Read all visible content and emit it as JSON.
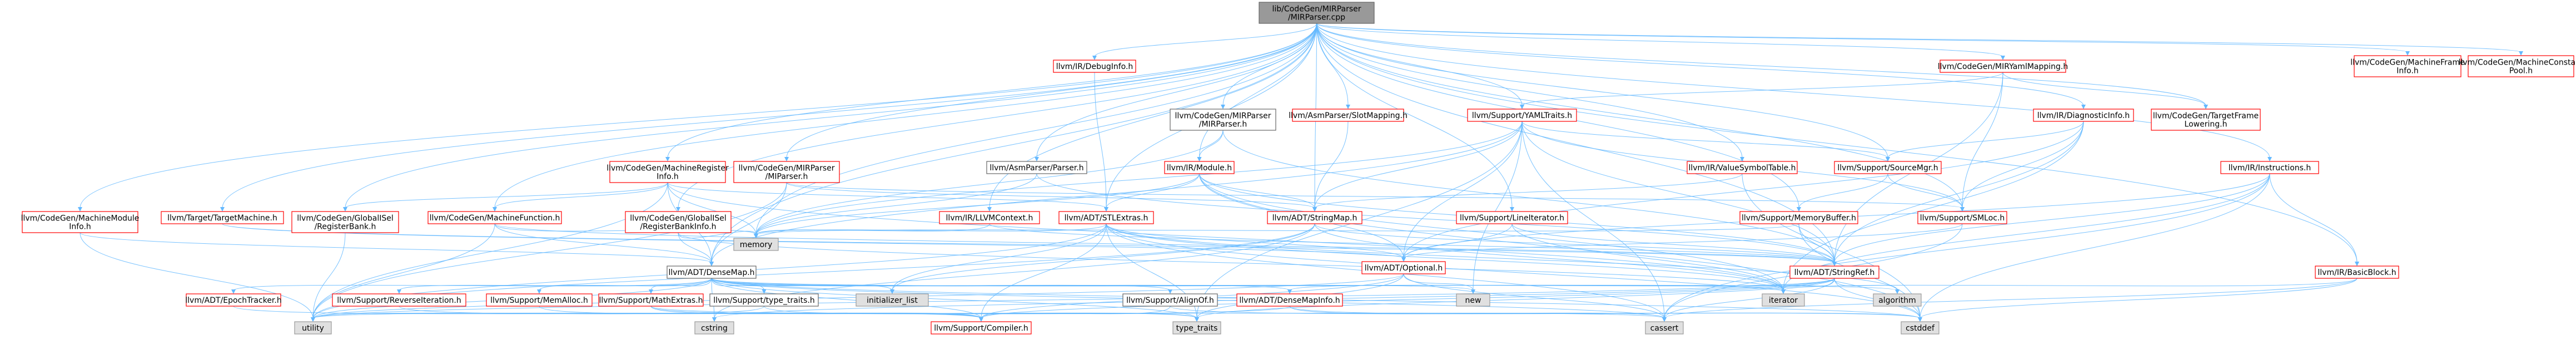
{
  "colors": {
    "edge": "#63B8FF",
    "main_fill": "#999999",
    "main_stroke": "#666666",
    "red_stroke": "#FF0000",
    "red_text": "#000000",
    "gray_fill": "#E0E0E0",
    "gray_stroke": "#999999",
    "white_fill": "#FFFFFF",
    "black_stroke": "#666666"
  },
  "nodes": [
    {
      "id": "main",
      "kind": "main",
      "lines": [
        "lib/CodeGen/MIRParser",
        "/MIRParser.cpp"
      ]
    },
    {
      "id": "debuginfo",
      "kind": "red",
      "lines": [
        "llvm/IR/DebugInfo.h"
      ]
    },
    {
      "id": "mirparser_h",
      "kind": "white",
      "lines": [
        "llvm/CodeGen/MIRParser",
        "/MIRParser.h"
      ]
    },
    {
      "id": "asmslot",
      "kind": "red",
      "lines": [
        "llvm/AsmParser/SlotMapping.h"
      ]
    },
    {
      "id": "mirymlmap",
      "kind": "red",
      "lines": [
        "llvm/CodeGen/MIRYamlMapping.h"
      ]
    },
    {
      "id": "mfi",
      "kind": "red",
      "lines": [
        "llvm/CodeGen/MachineFrame",
        "Info.h"
      ]
    },
    {
      "id": "mcp",
      "kind": "red",
      "lines": [
        "llvm/CodeGen/MachineConstant",
        "Pool.h"
      ]
    },
    {
      "id": "yamltraits",
      "kind": "red",
      "lines": [
        "llvm/Support/YAMLTraits.h"
      ]
    },
    {
      "id": "diaginfo",
      "kind": "red",
      "lines": [
        "llvm/IR/DiagnosticInfo.h"
      ]
    },
    {
      "id": "tfl",
      "kind": "red",
      "lines": [
        "llvm/CodeGen/TargetFrame",
        "Lowering.h"
      ]
    },
    {
      "id": "mri",
      "kind": "red",
      "lines": [
        "llvm/CodeGen/MachineRegister",
        "Info.h"
      ]
    },
    {
      "id": "mirparser_int",
      "kind": "red",
      "lines": [
        "llvm/CodeGen/MIRParser",
        "/MIParser.h"
      ]
    },
    {
      "id": "asmparser",
      "kind": "white",
      "lines": [
        "llvm/AsmParser/Parser.h"
      ]
    },
    {
      "id": "module",
      "kind": "red",
      "lines": [
        "llvm/IR/Module.h"
      ]
    },
    {
      "id": "valuesym",
      "kind": "red",
      "lines": [
        "llvm/IR/ValueSymbolTable.h"
      ]
    },
    {
      "id": "sourcemgr",
      "kind": "red",
      "lines": [
        "llvm/Support/SourceMgr.h"
      ]
    },
    {
      "id": "instructions",
      "kind": "red",
      "lines": [
        "llvm/IR/Instructions.h"
      ]
    },
    {
      "id": "mmi",
      "kind": "red",
      "lines": [
        "llvm/CodeGen/MachineModule",
        "Info.h"
      ]
    },
    {
      "id": "targetmachine",
      "kind": "red",
      "lines": [
        "llvm/Target/TargetMachine.h"
      ]
    },
    {
      "id": "regbank",
      "kind": "red",
      "lines": [
        "llvm/CodeGen/GlobalISel",
        "/RegisterBank.h"
      ]
    },
    {
      "id": "mf",
      "kind": "red",
      "lines": [
        "llvm/CodeGen/MachineFunction.h"
      ]
    },
    {
      "id": "regbankinfo",
      "kind": "red",
      "lines": [
        "llvm/CodeGen/GlobalISel",
        "/RegisterBankInfo.h"
      ]
    },
    {
      "id": "llvmcontext",
      "kind": "red",
      "lines": [
        "llvm/IR/LLVMContext.h"
      ]
    },
    {
      "id": "stlextras",
      "kind": "red",
      "lines": [
        "llvm/ADT/STLExtras.h"
      ]
    },
    {
      "id": "stringmap",
      "kind": "red",
      "lines": [
        "llvm/ADT/StringMap.h"
      ]
    },
    {
      "id": "lineiterator",
      "kind": "red",
      "lines": [
        "llvm/Support/LineIterator.h"
      ]
    },
    {
      "id": "memorybuffer",
      "kind": "red",
      "lines": [
        "llvm/Support/MemoryBuffer.h"
      ]
    },
    {
      "id": "smloc",
      "kind": "red",
      "lines": [
        "llvm/Support/SMLoc.h"
      ]
    },
    {
      "id": "memory",
      "kind": "gray",
      "lines": [
        "memory"
      ]
    },
    {
      "id": "densemap",
      "kind": "white",
      "lines": [
        "llvm/ADT/DenseMap.h"
      ]
    },
    {
      "id": "optional",
      "kind": "red",
      "lines": [
        "llvm/ADT/Optional.h"
      ]
    },
    {
      "id": "stringref",
      "kind": "red",
      "lines": [
        "llvm/ADT/StringRef.h"
      ]
    },
    {
      "id": "basicblock",
      "kind": "red",
      "lines": [
        "llvm/IR/BasicBlock.h"
      ]
    },
    {
      "id": "epoch",
      "kind": "red",
      "lines": [
        "llvm/ADT/EpochTracker.h"
      ]
    },
    {
      "id": "reverseit",
      "kind": "red",
      "lines": [
        "llvm/Support/ReverseIteration.h"
      ]
    },
    {
      "id": "memalloc",
      "kind": "red",
      "lines": [
        "llvm/Support/MemAlloc.h"
      ]
    },
    {
      "id": "mathextras",
      "kind": "red",
      "lines": [
        "llvm/Support/MathExtras.h"
      ]
    },
    {
      "id": "typetraits_h",
      "kind": "white",
      "lines": [
        "llvm/Support/type_traits.h"
      ]
    },
    {
      "id": "initlist",
      "kind": "gray",
      "lines": [
        "initializer_list"
      ]
    },
    {
      "id": "new",
      "kind": "gray",
      "lines": [
        "new"
      ]
    },
    {
      "id": "alignof",
      "kind": "white",
      "lines": [
        "llvm/Support/AlignOf.h"
      ]
    },
    {
      "id": "densemapinfo",
      "kind": "red",
      "lines": [
        "llvm/ADT/DenseMapInfo.h"
      ]
    },
    {
      "id": "iterator",
      "kind": "gray",
      "lines": [
        "iterator"
      ]
    },
    {
      "id": "algorithm",
      "kind": "gray",
      "lines": [
        "algorithm"
      ]
    },
    {
      "id": "utility",
      "kind": "gray",
      "lines": [
        "utility"
      ]
    },
    {
      "id": "cstring",
      "kind": "gray",
      "lines": [
        "cstring"
      ]
    },
    {
      "id": "compiler",
      "kind": "red",
      "lines": [
        "llvm/Support/Compiler.h"
      ]
    },
    {
      "id": "type_traits",
      "kind": "gray",
      "lines": [
        "type_traits"
      ]
    },
    {
      "id": "cassert",
      "kind": "gray",
      "lines": [
        "cassert"
      ]
    },
    {
      "id": "cstddef",
      "kind": "gray",
      "lines": [
        "cstddef"
      ]
    }
  ],
  "edges": [
    [
      "main",
      "debuginfo"
    ],
    [
      "main",
      "mirparser_h"
    ],
    [
      "main",
      "asmslot"
    ],
    [
      "main",
      "mirymlmap"
    ],
    [
      "main",
      "mfi"
    ],
    [
      "main",
      "mcp"
    ],
    [
      "main",
      "yamltraits"
    ],
    [
      "main",
      "diaginfo"
    ],
    [
      "main",
      "tfl"
    ],
    [
      "main",
      "mri"
    ],
    [
      "main",
      "mirparser_int"
    ],
    [
      "main",
      "asmparser"
    ],
    [
      "main",
      "module"
    ],
    [
      "main",
      "valuesym"
    ],
    [
      "main",
      "sourcemgr"
    ],
    [
      "main",
      "instructions"
    ],
    [
      "main",
      "mmi"
    ],
    [
      "main",
      "targetmachine"
    ],
    [
      "main",
      "regbank"
    ],
    [
      "main",
      "mf"
    ],
    [
      "main",
      "regbankinfo"
    ],
    [
      "main",
      "llvmcontext"
    ],
    [
      "main",
      "stlextras"
    ],
    [
      "main",
      "stringmap"
    ],
    [
      "main",
      "lineiterator"
    ],
    [
      "main",
      "memorybuffer"
    ],
    [
      "main",
      "smloc"
    ],
    [
      "main",
      "memory"
    ],
    [
      "main",
      "densemap"
    ],
    [
      "main",
      "stringref"
    ],
    [
      "main",
      "basicblock"
    ],
    [
      "debuginfo",
      "stlextras"
    ],
    [
      "mirparser_h",
      "memory"
    ],
    [
      "mirparser_h",
      "stringref"
    ],
    [
      "mirparser_h",
      "module"
    ],
    [
      "asmslot",
      "stringmap"
    ],
    [
      "mirymlmap",
      "yamltraits"
    ],
    [
      "mirymlmap",
      "tfl"
    ],
    [
      "mirymlmap",
      "smloc"
    ],
    [
      "mirymlmap",
      "stringref"
    ],
    [
      "yamltraits",
      "stringmap"
    ],
    [
      "yamltraits",
      "sourcemgr"
    ],
    [
      "yamltraits",
      "smloc"
    ],
    [
      "yamltraits",
      "optional"
    ],
    [
      "yamltraits",
      "stringref"
    ],
    [
      "yamltraits",
      "densemap"
    ],
    [
      "yamltraits",
      "type_traits"
    ],
    [
      "yamltraits",
      "cassert"
    ],
    [
      "yamltraits",
      "new"
    ],
    [
      "yamltraits",
      "memory"
    ],
    [
      "diaginfo",
      "sourcemgr"
    ],
    [
      "diaginfo",
      "smloc"
    ],
    [
      "diaginfo",
      "optional"
    ],
    [
      "diaginfo",
      "stringref"
    ],
    [
      "diaginfo",
      "iterator"
    ],
    [
      "mri",
      "densemap"
    ],
    [
      "mri",
      "stlextras"
    ],
    [
      "mri",
      "memory"
    ],
    [
      "mri",
      "iterator"
    ],
    [
      "mri",
      "utility"
    ],
    [
      "mri",
      "regbank"
    ],
    [
      "mri",
      "mf"
    ],
    [
      "mirparser_int",
      "stringmap"
    ],
    [
      "mirparser_int",
      "densemap"
    ],
    [
      "mirparser_int",
      "utility"
    ],
    [
      "mirparser_int",
      "smloc"
    ],
    [
      "asmparser",
      "memory"
    ],
    [
      "asmparser",
      "stringref"
    ],
    [
      "module",
      "stlextras"
    ],
    [
      "module",
      "stringmap"
    ],
    [
      "module",
      "stringref"
    ],
    [
      "module",
      "memory"
    ],
    [
      "module",
      "iterator"
    ],
    [
      "module",
      "cstddef"
    ],
    [
      "module",
      "optional"
    ],
    [
      "valuesym",
      "stringmap"
    ],
    [
      "valuesym",
      "cstddef"
    ],
    [
      "sourcemgr",
      "memorybuffer"
    ],
    [
      "sourcemgr",
      "smloc"
    ],
    [
      "instructions",
      "stringref"
    ],
    [
      "instructions",
      "iterator"
    ],
    [
      "instructions",
      "cassert"
    ],
    [
      "instructions",
      "cstddef"
    ],
    [
      "instructions",
      "basicblock"
    ],
    [
      "instructions",
      "optional"
    ],
    [
      "mmi",
      "densemap"
    ],
    [
      "mmi",
      "utility"
    ],
    [
      "targetmachine",
      "stringref"
    ],
    [
      "targetmachine",
      "optional"
    ],
    [
      "regbank",
      "utility"
    ],
    [
      "mf",
      "densemap"
    ],
    [
      "mf",
      "stringref"
    ],
    [
      "mf",
      "utility"
    ],
    [
      "mf",
      "memory"
    ],
    [
      "regbankinfo",
      "densemap"
    ],
    [
      "regbankinfo",
      "iterator"
    ],
    [
      "regbankinfo",
      "memory"
    ],
    [
      "llvmcontext",
      "memory"
    ],
    [
      "llvmcontext",
      "stringref"
    ],
    [
      "stlextras",
      "optional"
    ],
    [
      "stlextras",
      "initlist"
    ],
    [
      "stlextras",
      "iterator"
    ],
    [
      "stlextras",
      "algorithm"
    ],
    [
      "stlextras",
      "memory"
    ],
    [
      "stlextras",
      "utility"
    ],
    [
      "stlextras",
      "cassert"
    ],
    [
      "stlextras",
      "type_traits"
    ],
    [
      "stlextras",
      "cstddef"
    ],
    [
      "stlextras",
      "compiler"
    ],
    [
      "stringmap",
      "stringref"
    ],
    [
      "stringmap",
      "iterator"
    ],
    [
      "stringmap",
      "utility"
    ],
    [
      "stringmap",
      "initlist"
    ],
    [
      "stringmap",
      "cstring"
    ],
    [
      "lineiterator",
      "stringref"
    ],
    [
      "lineiterator",
      "iterator"
    ],
    [
      "lineiterator",
      "optional"
    ],
    [
      "memorybuffer",
      "stringref"
    ],
    [
      "memorybuffer",
      "cstddef"
    ],
    [
      "memorybuffer",
      "memory"
    ],
    [
      "smloc",
      "optional"
    ],
    [
      "smloc",
      "cassert"
    ],
    [
      "densemap",
      "epoch"
    ],
    [
      "densemap",
      "reverseit"
    ],
    [
      "densemap",
      "memalloc"
    ],
    [
      "densemap",
      "mathextras"
    ],
    [
      "densemap",
      "typetraits_h"
    ],
    [
      "densemap",
      "initlist"
    ],
    [
      "densemap",
      "new"
    ],
    [
      "densemap",
      "alignof"
    ],
    [
      "densemap",
      "densemapinfo"
    ],
    [
      "densemap",
      "iterator"
    ],
    [
      "densemap",
      "algorithm"
    ],
    [
      "densemap",
      "utility"
    ],
    [
      "densemap",
      "compiler"
    ],
    [
      "densemap",
      "type_traits"
    ],
    [
      "densemap",
      "cassert"
    ],
    [
      "densemap",
      "cstddef"
    ],
    [
      "densemap",
      "cstring"
    ],
    [
      "optional",
      "new"
    ],
    [
      "optional",
      "utility"
    ],
    [
      "optional",
      "type_traits"
    ],
    [
      "optional",
      "cassert"
    ],
    [
      "optional",
      "compiler"
    ],
    [
      "stringref",
      "densemapinfo"
    ],
    [
      "stringref",
      "iterator"
    ],
    [
      "stringref",
      "algorithm"
    ],
    [
      "stringref",
      "utility"
    ],
    [
      "stringref",
      "compiler"
    ],
    [
      "stringref",
      "cassert"
    ],
    [
      "stringref",
      "cstddef"
    ],
    [
      "stringref",
      "cstring"
    ],
    [
      "stringref",
      "type_traits"
    ],
    [
      "basicblock",
      "iterator"
    ],
    [
      "basicblock",
      "cassert"
    ],
    [
      "basicblock",
      "cstddef"
    ],
    [
      "epoch",
      "compiler"
    ],
    [
      "reverseit",
      "compiler"
    ],
    [
      "memalloc",
      "compiler"
    ],
    [
      "mathextras",
      "compiler"
    ],
    [
      "mathextras",
      "type_traits"
    ],
    [
      "mathextras",
      "cassert"
    ],
    [
      "typetraits_h",
      "utility"
    ],
    [
      "typetraits_h",
      "type_traits"
    ],
    [
      "alignof",
      "compiler"
    ],
    [
      "alignof",
      "cstddef"
    ],
    [
      "densemapinfo",
      "utility"
    ],
    [
      "densemapinfo",
      "cassert"
    ],
    [
      "densemapinfo",
      "cstddef"
    ]
  ]
}
